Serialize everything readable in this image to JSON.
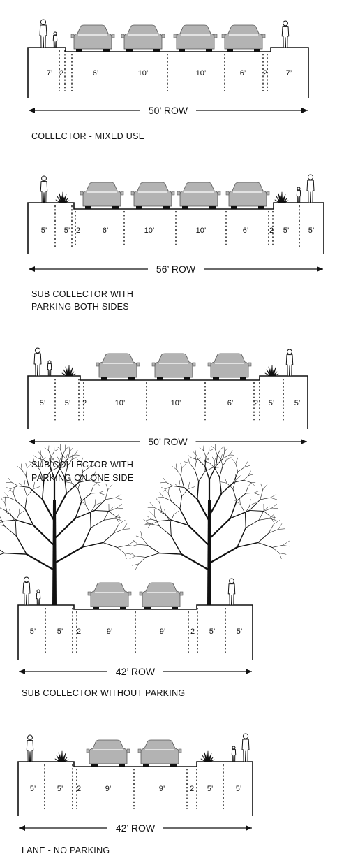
{
  "colors": {
    "line": "#111111",
    "car": "#b3b3b3",
    "background": "#ffffff"
  },
  "sections": [
    {
      "id": "collector-mixed-use",
      "title_lines": [
        "COLLECTOR - MIXED USE"
      ],
      "row_label": "50’ ROW",
      "widths": [
        "7’",
        "2",
        "6’",
        "10’",
        "10’",
        "6’",
        "2",
        "7’"
      ],
      "cars": 4,
      "trees": false,
      "plants": [],
      "pedestrians": [
        "adult-child-left",
        "adult-right"
      ]
    },
    {
      "id": "sub-collector-parking-both-sides",
      "title_lines": [
        "SUB COLLECTOR WITH",
        "PARKING BOTH SIDES"
      ],
      "row_label": "56’ ROW",
      "widths": [
        "5’",
        "5’",
        "2",
        "6’",
        "10’",
        "10’",
        "6’",
        "2",
        "5’",
        "5’"
      ],
      "cars": 4,
      "trees": false,
      "plants": [
        "left",
        "right"
      ],
      "pedestrians": [
        "adult-left",
        "adult-child-right"
      ]
    },
    {
      "id": "sub-collector-parking-one-side",
      "title_lines": [
        "SUB COLLECTOR WITH",
        "PARKING ON ONE SIDE"
      ],
      "row_label": "50’ ROW",
      "widths": [
        "5’",
        "5’",
        "2",
        "10’",
        "10’",
        "6’",
        "2",
        "5’",
        "5’"
      ],
      "cars": 3,
      "trees": false,
      "plants": [
        "left",
        "right"
      ],
      "pedestrians": [
        "adult-child-left",
        "adult-right"
      ]
    },
    {
      "id": "sub-collector-without-parking",
      "title_lines": [
        "SUB COLLECTOR WITHOUT PARKING"
      ],
      "row_label": "42’ ROW",
      "widths": [
        "5’",
        "5’",
        "2",
        "9’",
        "9’",
        "2",
        "5’",
        "5’"
      ],
      "cars": 2,
      "trees": true,
      "plants": [],
      "pedestrians": [
        "adult-child-left",
        "adult-right"
      ]
    },
    {
      "id": "lane-no-parking",
      "title_lines": [
        "LANE - NO PARKING"
      ],
      "row_label": "42’ ROW",
      "widths": [
        "5’",
        "5’",
        "2",
        "9’",
        "9’",
        "2",
        "5’",
        "5’"
      ],
      "cars": 2,
      "trees": false,
      "plants": [
        "left",
        "right"
      ],
      "pedestrians": [
        "adult-left",
        "adult-child-right"
      ]
    }
  ]
}
